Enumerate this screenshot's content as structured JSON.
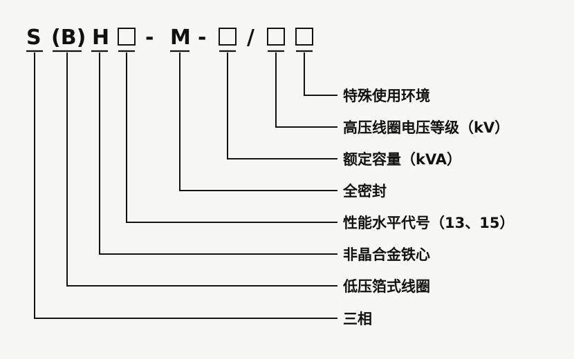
{
  "code": {
    "s": "S",
    "b": "(B)",
    "h": "H",
    "dash1": "-",
    "m": "M",
    "dash2": "-",
    "slash": "/"
  },
  "labels": [
    "特殊使用环境",
    "高压线圈电压等级（kV）",
    "额定容量（kVA）",
    "全密封",
    "性能水平代号（13、15）",
    "非晶合金铁心",
    "低压箔式线圈",
    "三相"
  ]
}
